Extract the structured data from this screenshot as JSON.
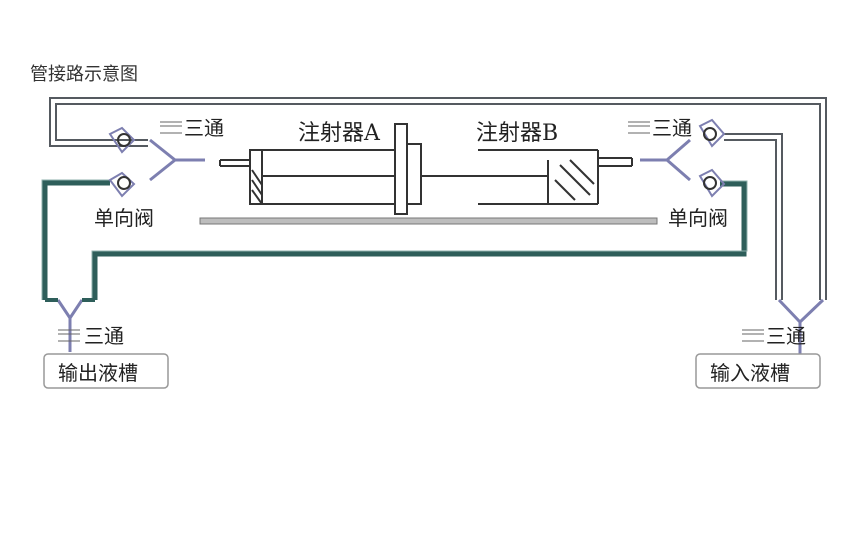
{
  "diagram": {
    "title": "管接路示意图",
    "labels": {
      "syringe_a": "注射器A",
      "syringe_b": "注射器B",
      "tee": "三通",
      "check_valve": "单向阀",
      "output_tank": "输出液槽",
      "input_tank": "输入液槽"
    }
  },
  "colors": {
    "outer_tube": "#555a60",
    "teal_tube": "#2e5e5a",
    "lavender": "#7d7fb0",
    "line": "#333333",
    "rail": "#9a9a9a"
  }
}
